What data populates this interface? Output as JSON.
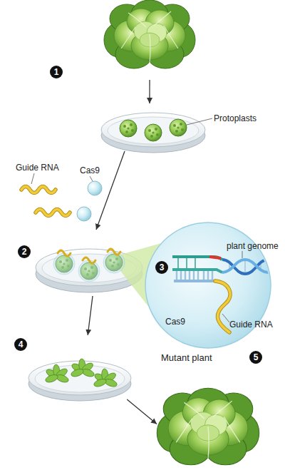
{
  "diagram": {
    "nodes": [
      {
        "text": [
          "1"
        ]
      },
      {
        "text": [
          "Protoplasts"
        ]
      },
      {
        "text": [
          "2"
        ]
      },
      {
        "text": [
          "3",
          "plant genome",
          "Cas9",
          "Guide RNA"
        ]
      },
      {
        "text": [
          "4"
        ]
      },
      {
        "text": [
          "Mutant plant",
          "5"
        ]
      }
    ],
    "edges": [
      {
        "from": 0,
        "to": 1,
        "arrow": "to"
      },
      {
        "from": 1,
        "to": 2,
        "arrow": "to"
      },
      {
        "from": 2,
        "to": 4,
        "arrow": "to"
      },
      {
        "from": 4,
        "to": 5,
        "arrow": "to"
      }
    ],
    "labels": [
      "Guide RNA",
      "Cas9"
    ]
  }
}
